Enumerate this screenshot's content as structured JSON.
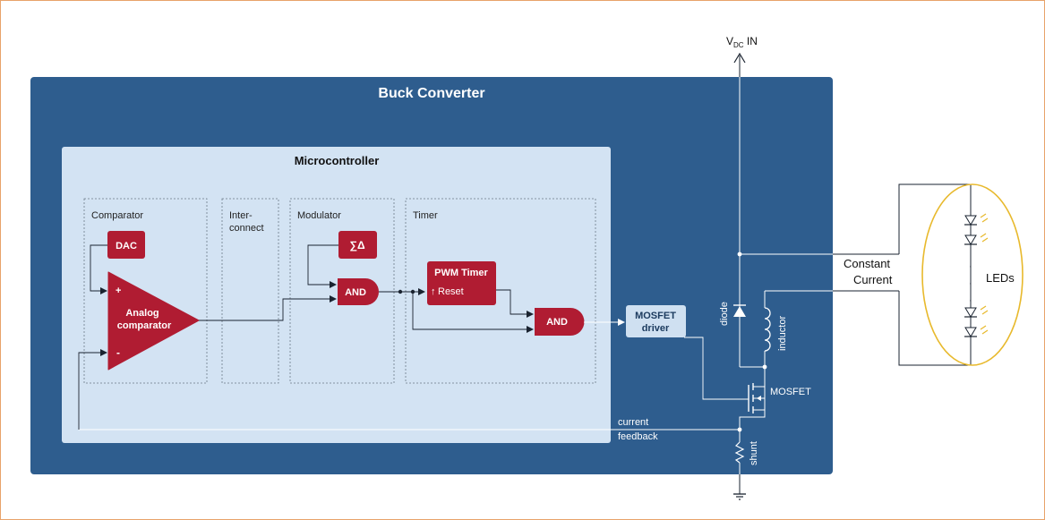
{
  "buck": {
    "title": "Buck Converter"
  },
  "mcu": {
    "title": "Microcontroller"
  },
  "sections": {
    "comparator": "Comparator",
    "interconnect_line1": "Inter-",
    "interconnect_line2": "connect",
    "modulator": "Modulator",
    "timer": "Timer"
  },
  "blocks": {
    "dac": "DAC",
    "comp_line1": "Analog",
    "comp_line2": "comparator",
    "plus": "+",
    "minus": "-",
    "sigma_delta": "∑Δ",
    "and1": "AND",
    "pwm_title": "PWM Timer",
    "pwm_reset": "Reset",
    "pwm_arrow": "↑",
    "and2": "AND",
    "driver_line1": "MOSFET",
    "driver_line2": "driver"
  },
  "circuit": {
    "vdc_v": "V",
    "vdc_sub": "DC",
    "vdc_in": " IN",
    "diode": "diode",
    "inductor": "inductor",
    "mosfet": "MOSFET",
    "shunt": "shunt",
    "feedback_line1": "current",
    "feedback_line2": "feedback",
    "constant_line1": "Constant",
    "constant_line2": "Current",
    "leds": "LEDs",
    "ellipsis": "·"
  },
  "colors": {
    "buck_bg": "#2e5d8e",
    "mcu_bg": "#d3e3f3",
    "block_red": "#b01c32",
    "driver_bg": "#cfe0f1",
    "led_ellipse": "#e8b92c",
    "page_border": "#e8a36a"
  }
}
